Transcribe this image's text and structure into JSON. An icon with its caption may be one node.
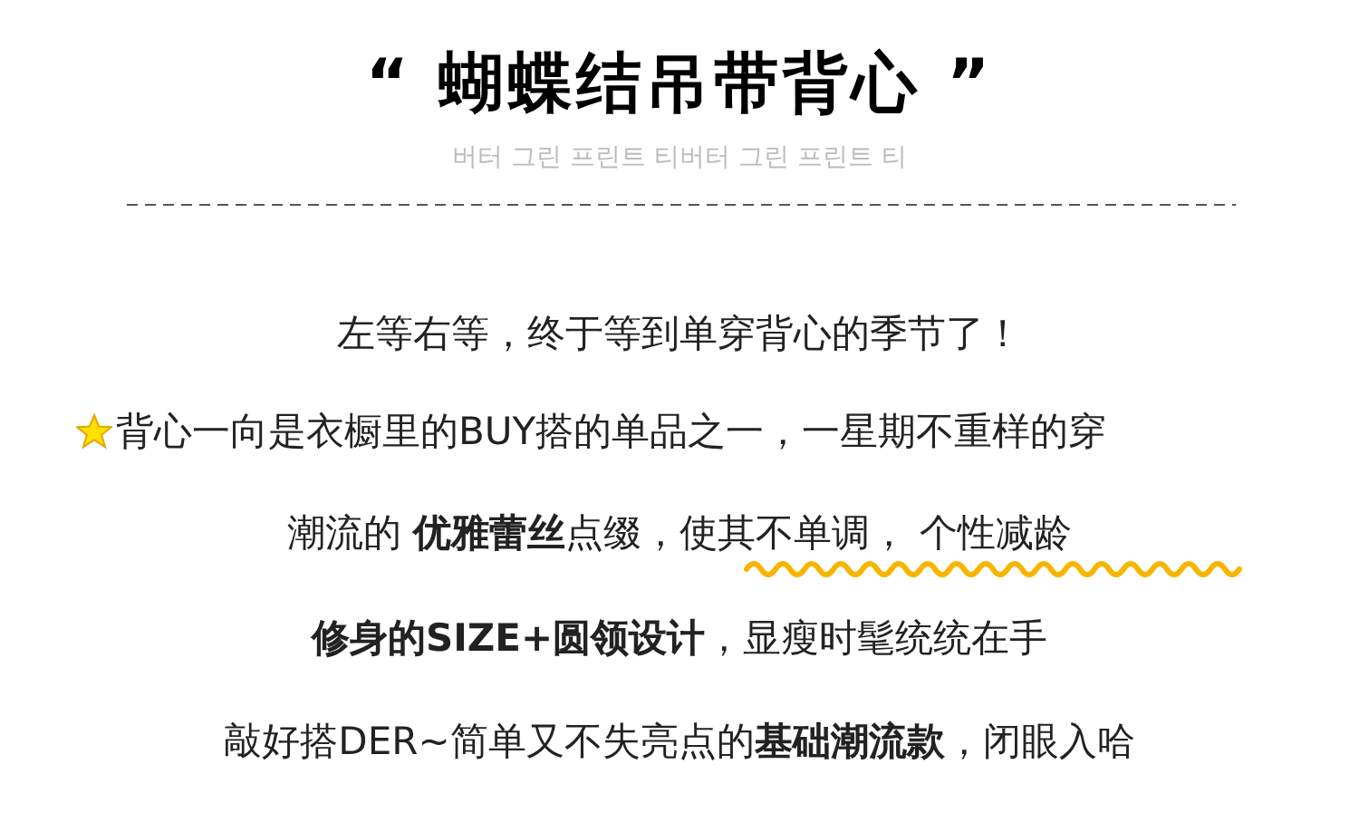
{
  "diagram": {
    "title": "“ 蝴蝶结吊带背心 ”",
    "labels": [
      "버터 그린 프린트 티버터 그린 프린트 티",
      "左等右等，终于等到单穿背心的季节了！",
      "背心一向是衣橱里的BUY搭的单品之一，一星期不重样的穿",
      "潮流的 **优雅蕾丝**点缀，使其不单调， 个性减龄",
      "**修身的SIZE+圆领设计**，显瘦时髦统统在手",
      "敲好搭DER~简单又不失亮点的**基础潮流款**，闭眼入哈"
    ]
  }
}
